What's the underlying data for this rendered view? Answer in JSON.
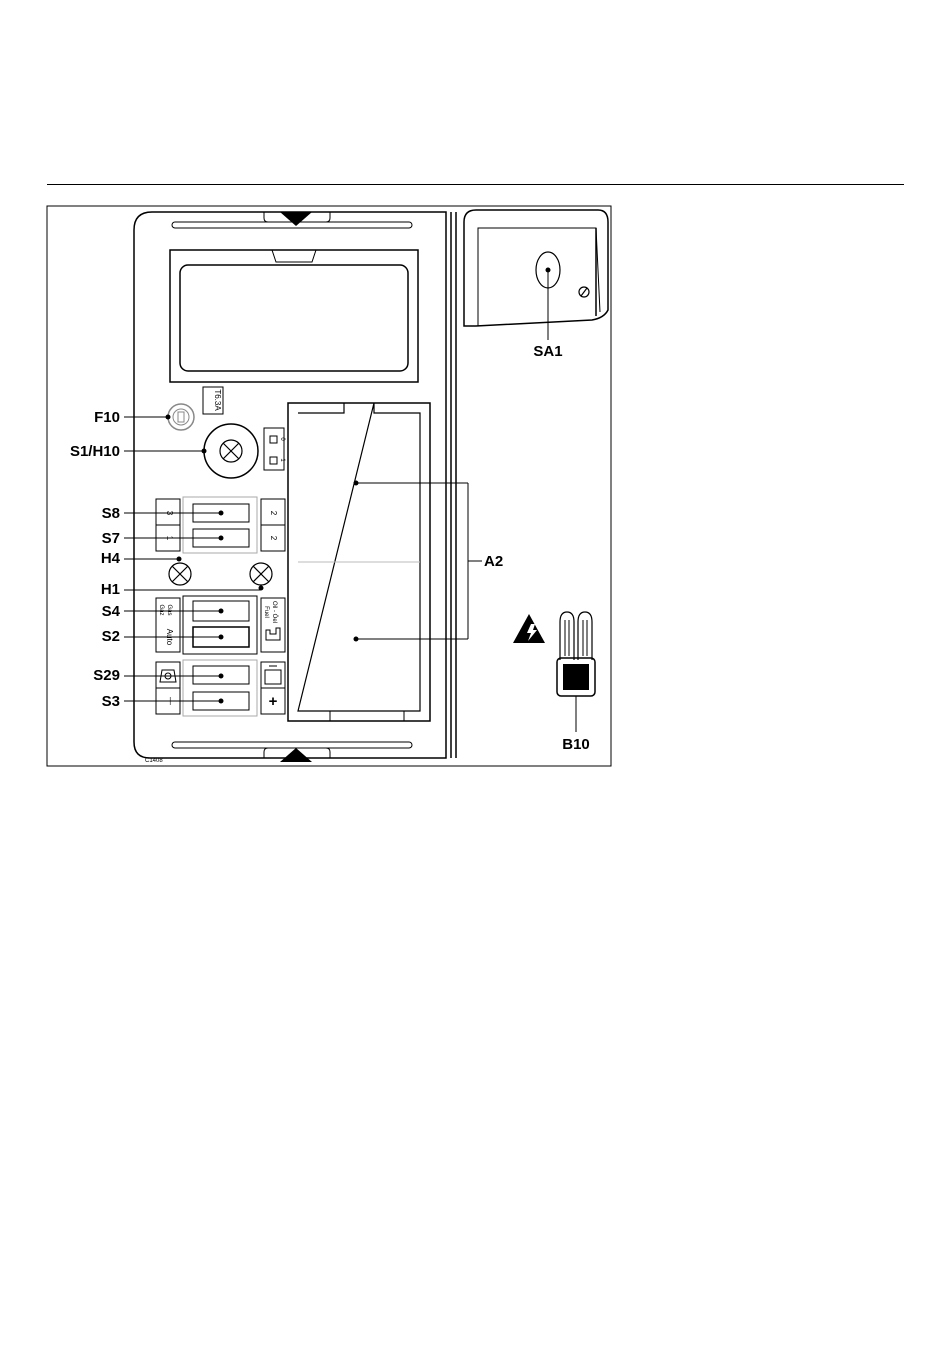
{
  "callouts": {
    "f10": "F10",
    "s1h10": "S1/H10",
    "s8": "S8",
    "s7": "S7",
    "h4": "H4",
    "h1": "H1",
    "s4": "S4",
    "s2": "S2",
    "s29": "S29",
    "s3": "S3",
    "a2": "A2",
    "sa1": "SA1",
    "b10": "B10"
  },
  "panel_labels": {
    "fuse_rating": "T6.3A",
    "switch_off": "0",
    "switch_on": "1",
    "s8_left": "3",
    "s7_left": "1",
    "s8_right": "2",
    "s7_right": "2",
    "gaz": "Gaz",
    "gas": "Gas",
    "auto": "Auto",
    "fuel": "Fuel",
    "oil": "Oil - Öel",
    "minus": "—",
    "plus": "+",
    "corner_code": "C1408"
  }
}
